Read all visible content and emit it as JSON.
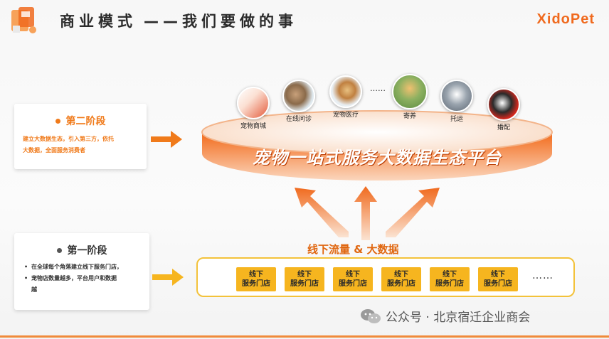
{
  "header": {
    "title": "商业模式",
    "subtitle": "——我们要做的事",
    "brand": "XidoPet"
  },
  "stage2": {
    "heading": "第二阶段",
    "body_line1": "建立大数据生态，引入第三方，依托",
    "body_line2": "大数据，全面服务消费者"
  },
  "stage1": {
    "heading": "第一阶段",
    "item1": "在全球每个角落建立线下服务门店，",
    "item2_line1": "宠物店数量越多，平台用户和数据",
    "item2_line2": "越"
  },
  "platform": {
    "label": "宠物一站式服务大数据生态平台",
    "services": [
      {
        "label": "宠物商城",
        "icon": "pet-mall-photo"
      },
      {
        "label": "在线问诊",
        "icon": "online-consult-photo"
      },
      {
        "label": "宠物医疗",
        "icon": "pet-medical-photo"
      },
      {
        "label": "寄养",
        "icon": "boarding-photo"
      },
      {
        "label": "托运",
        "icon": "shipping-photo"
      },
      {
        "label": "婚配",
        "icon": "mating-photo"
      }
    ],
    "ellipsis": "……"
  },
  "flow": {
    "label": "线下流量 & 大数据"
  },
  "stores": {
    "items": [
      {
        "line1": "线下",
        "line2": "服务门店"
      },
      {
        "line1": "线下",
        "line2": "服务门店"
      },
      {
        "line1": "线下",
        "line2": "服务门店"
      },
      {
        "line1": "线下",
        "line2": "服务门店"
      },
      {
        "line1": "线下",
        "line2": "服务门店"
      },
      {
        "line1": "线下",
        "line2": "服务门店"
      }
    ],
    "more": "……"
  },
  "watermark": {
    "text": "公众号 · 北京宿迁企业商会"
  },
  "colors": {
    "accent": "#f06a1e",
    "store_fill": "#f6b51f",
    "store_border": "#f3c23a"
  }
}
